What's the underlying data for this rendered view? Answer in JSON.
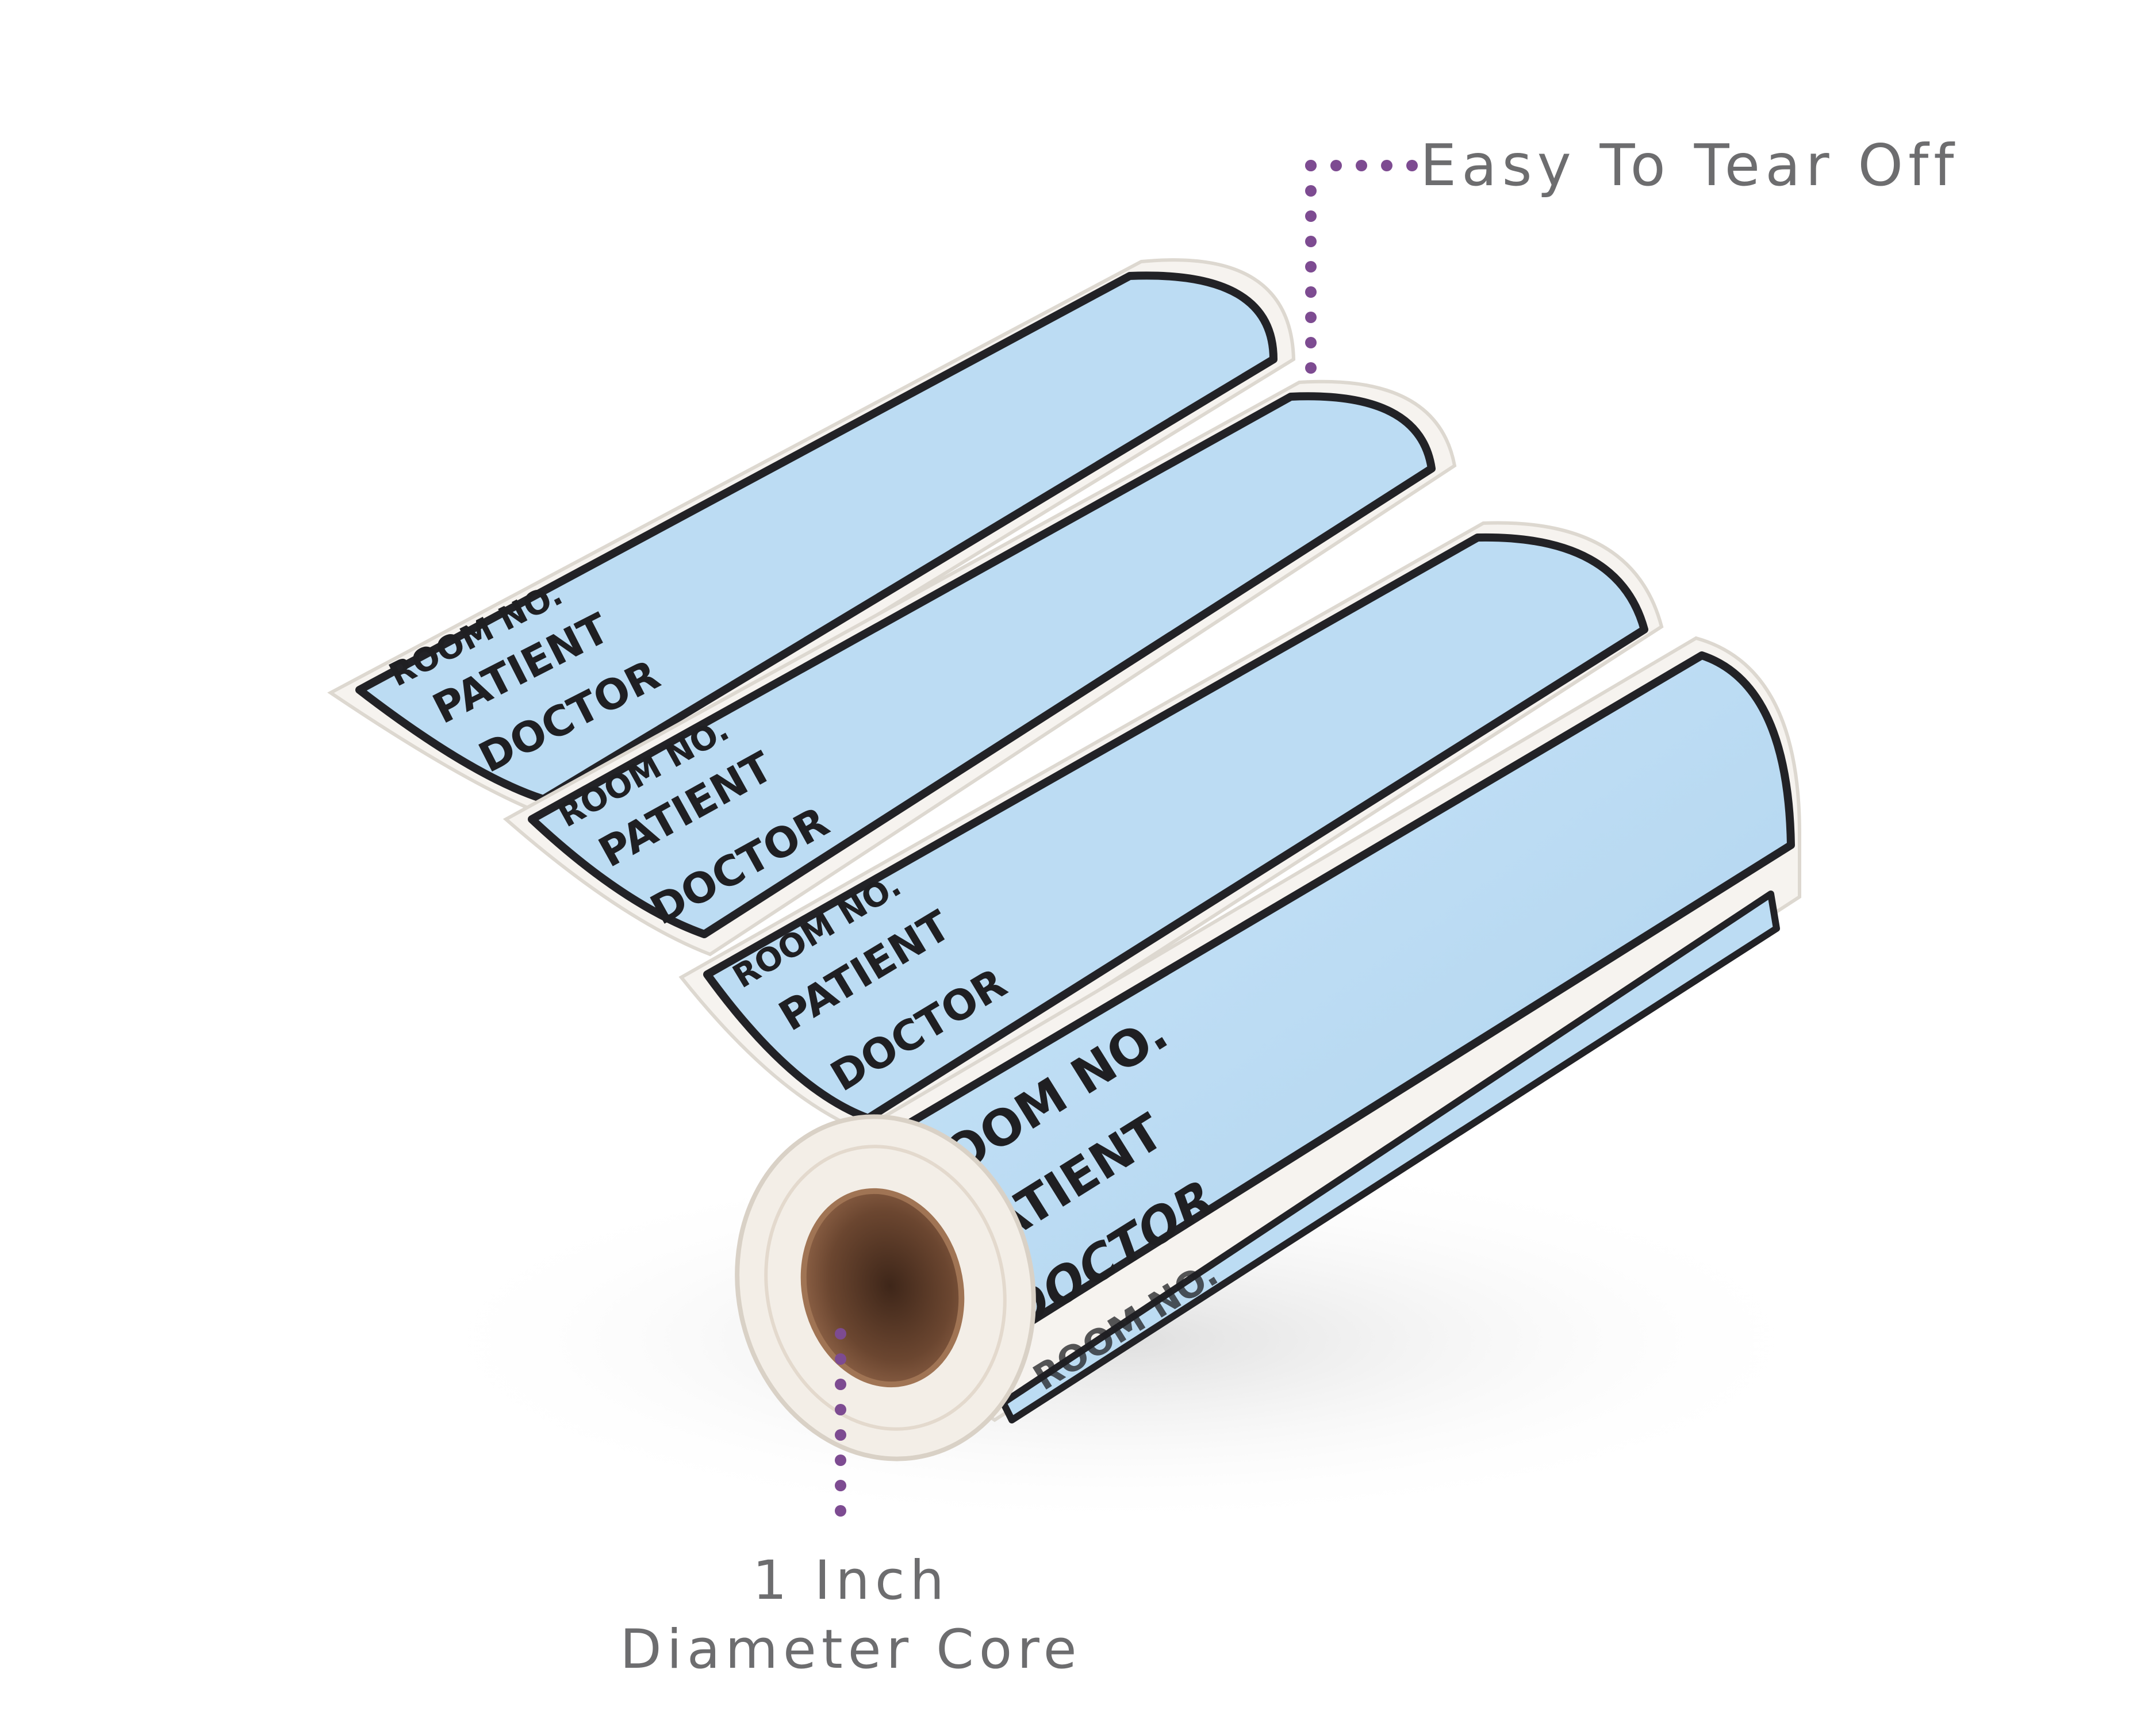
{
  "callouts": {
    "tear_off": "Easy To Tear Off",
    "core_line1": "1 Inch",
    "core_line2": "Diameter Core"
  },
  "label": {
    "room": "ROOM NO.",
    "patient": "PATIENT",
    "doctor": "DOCTOR"
  },
  "colors": {
    "label_fill": "#bcdcf3",
    "label_border": "#222226",
    "backing": "#f6f3ef",
    "callout_dots": "#7d4b91",
    "callout_text": "#6d6d6f",
    "core": "#6b4630"
  }
}
